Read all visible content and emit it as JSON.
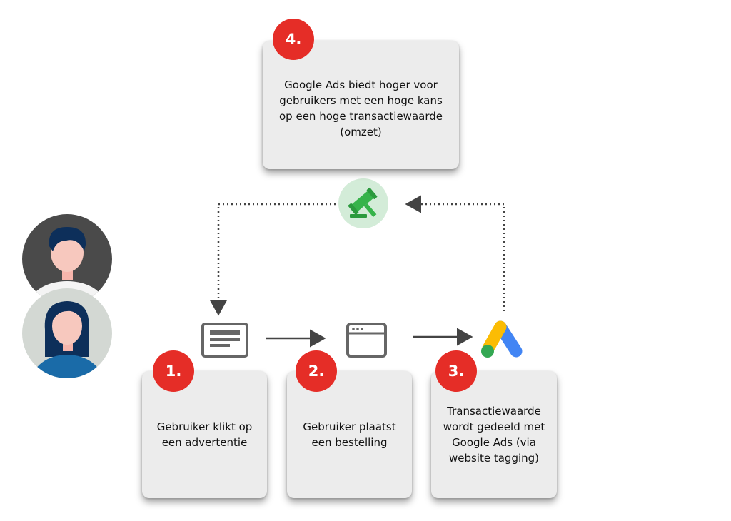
{
  "steps": [
    {
      "number": "1.",
      "lines": [
        "Gebruiker klikt op",
        "een advertentie"
      ]
    },
    {
      "number": "2.",
      "lines": [
        "Gebruiker plaatst",
        "een bestelling"
      ]
    },
    {
      "number": "3.",
      "lines": [
        "Transactiewaarde",
        "wordt gedeeld met",
        "Google Ads (via",
        "website tagging)"
      ]
    },
    {
      "number": "4.",
      "lines": [
        "Google Ads biedt hoger voor",
        "gebruikers met een hoge kans",
        "op een hoge transactiewaarde",
        "(omzet)"
      ]
    }
  ],
  "icons": [
    "male-user-avatar-icon",
    "female-user-avatar-icon",
    "ad-text-icon",
    "browser-window-icon",
    "google-ads-logo-icon",
    "auction-gavel-icon"
  ],
  "colors": {
    "badge_red": "#e52d27",
    "card_bg": "#ececec",
    "gavel_green": "#36b34a",
    "gavel_circle": "#d3ecd8",
    "ads_blue": "#4285f4",
    "ads_yellow": "#fbbc04",
    "ads_green": "#34a853",
    "arrow_gray": "#444444"
  }
}
